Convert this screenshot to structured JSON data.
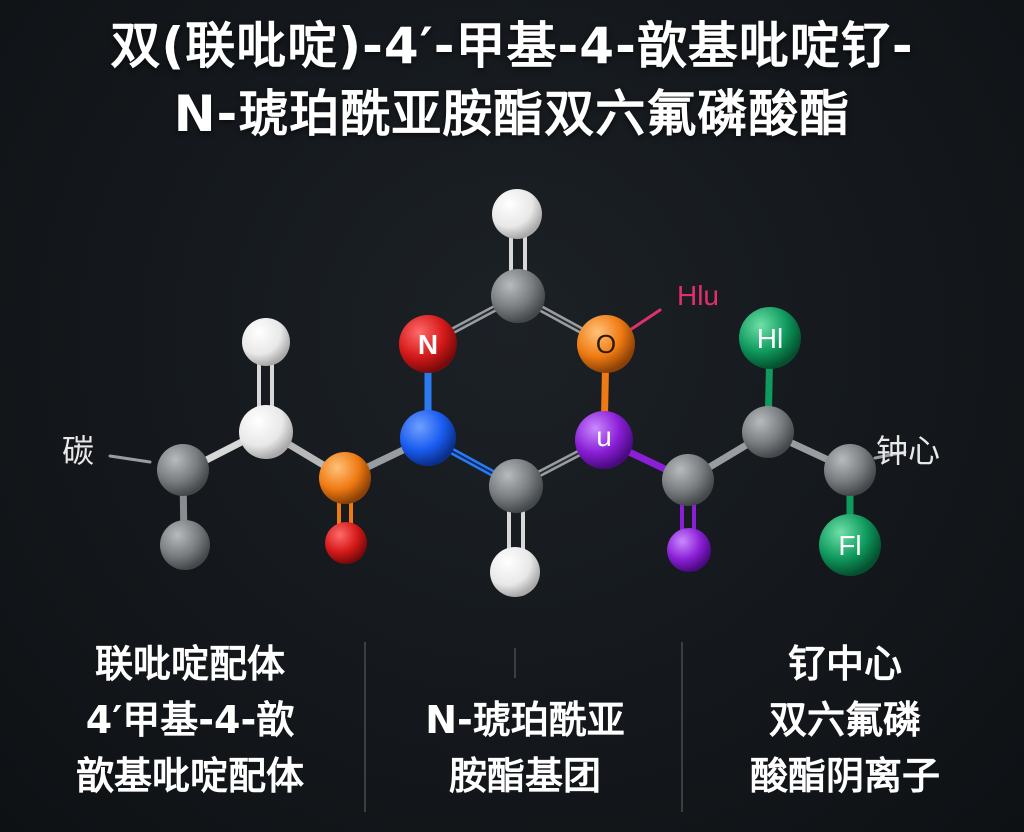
{
  "title": {
    "line1": "双(联吡啶)-4′-甲基-4-歆基吡啶钌-",
    "line2": "N-琥珀酰亚胺酯双六氟磷酸酯"
  },
  "atom_labels": {
    "n": "N",
    "o": "O",
    "u": "u",
    "hl": "Hl",
    "fl": "Fl",
    "hlu": "Hlu"
  },
  "side_labels": {
    "left": "碳",
    "right": "钟心"
  },
  "captions": {
    "left": [
      "联吡啶配体",
      "4′甲基-4-歆",
      "歆基吡啶配体"
    ],
    "middle": [
      "N-琥珀酰亚",
      "胺酯基团"
    ],
    "right": [
      "钌中心",
      "双六氟磷",
      "酸酯阴离子"
    ]
  },
  "colors": {
    "background": "#14181c",
    "carbon": "#7a7d80",
    "hydrogen": "#f2f2f2",
    "nitrogen_red": "#d61a1a",
    "nitrogen_blue": "#1a5cf0",
    "oxygen_orange": "#ef7a12",
    "purple": "#8a1fd6",
    "green": "#0f9a5e",
    "accent_pink": "#e0306a"
  }
}
